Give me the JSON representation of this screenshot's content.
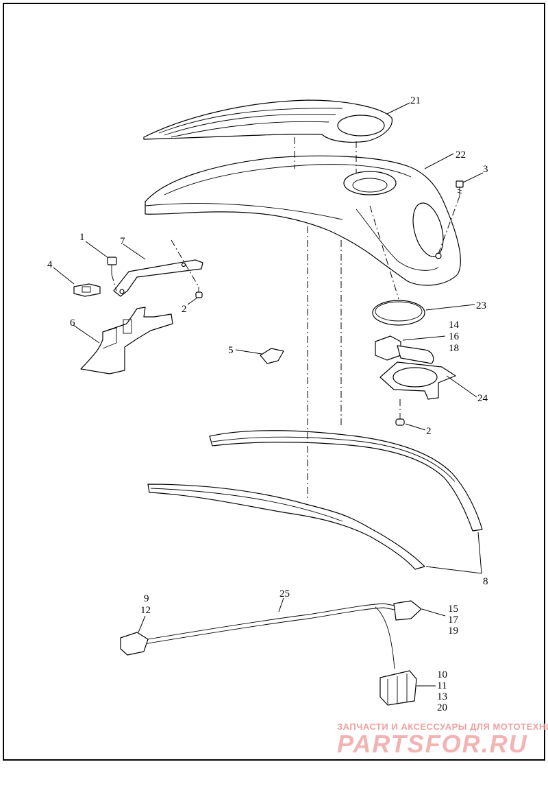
{
  "diagram": {
    "callouts": [
      {
        "id": "c21",
        "text": "21"
      },
      {
        "id": "c22",
        "text": "22"
      },
      {
        "id": "c3",
        "text": "3"
      },
      {
        "id": "c1",
        "text": "1"
      },
      {
        "id": "c7",
        "text": "7"
      },
      {
        "id": "c4",
        "text": "4"
      },
      {
        "id": "c2a",
        "text": "2"
      },
      {
        "id": "c6",
        "text": "6"
      },
      {
        "id": "c23",
        "text": "23"
      },
      {
        "id": "c14",
        "text": "14"
      },
      {
        "id": "c16",
        "text": "16"
      },
      {
        "id": "c18",
        "text": "18"
      },
      {
        "id": "c5",
        "text": "5"
      },
      {
        "id": "c24",
        "text": "24"
      },
      {
        "id": "c2b",
        "text": "2"
      },
      {
        "id": "c8",
        "text": "8"
      },
      {
        "id": "c9",
        "text": "9"
      },
      {
        "id": "c12",
        "text": "12"
      },
      {
        "id": "c25",
        "text": "25"
      },
      {
        "id": "c15",
        "text": "15"
      },
      {
        "id": "c17",
        "text": "17"
      },
      {
        "id": "c19",
        "text": "19"
      },
      {
        "id": "c10",
        "text": "10"
      },
      {
        "id": "c11",
        "text": "11"
      },
      {
        "id": "c13",
        "text": "13"
      },
      {
        "id": "c20",
        "text": "20"
      }
    ]
  },
  "watermark": {
    "tagline": "ЗАПЧАСТИ И АКСЕССУАРЫ ДЛЯ МОТОТЕХНИКИ",
    "brand": "PARTSFOR.RU"
  }
}
